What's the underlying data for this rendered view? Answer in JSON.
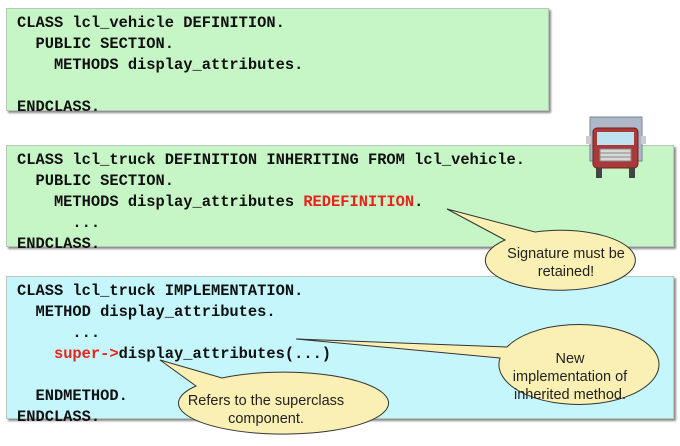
{
  "colors": {
    "green_box": "#c6f5c6",
    "blue_box": "#c4f6fc",
    "keyword_red": "#e8241a",
    "callout_fill": "#fbf0b4",
    "callout_stroke": "#333333"
  },
  "box_definition": {
    "lines": [
      "CLASS lcl_vehicle DEFINITION.",
      "  PUBLIC SECTION.",
      "    METHODS display_attributes.",
      "",
      "ENDCLASS."
    ]
  },
  "box_truck_definition": {
    "line1": "CLASS lcl_truck DEFINITION INHERITING FROM lcl_vehicle.",
    "line2": "  PUBLIC SECTION.",
    "line3_prefix": "    METHODS display_attributes ",
    "line3_keyword": "REDEFINITION",
    "line3_suffix": ".",
    "line4": "      ...",
    "line5": "ENDCLASS."
  },
  "box_truck_implementation": {
    "line1": "CLASS lcl_truck IMPLEMENTATION.",
    "line2": "  METHOD display_attributes.",
    "line3": "      ...",
    "line4_keyword": "super->",
    "line4_rest": "display_attributes(...)",
    "line5": "",
    "line6": "  ENDMETHOD.",
    "line7": "ENDCLASS."
  },
  "icon": "truck-icon",
  "callouts": {
    "signature": [
      "Signature must be",
      "retained!"
    ],
    "new_impl": [
      "New",
      "implementation of",
      "inherited method."
    ],
    "superclass": [
      "Refers to the superclass",
      "component."
    ]
  }
}
